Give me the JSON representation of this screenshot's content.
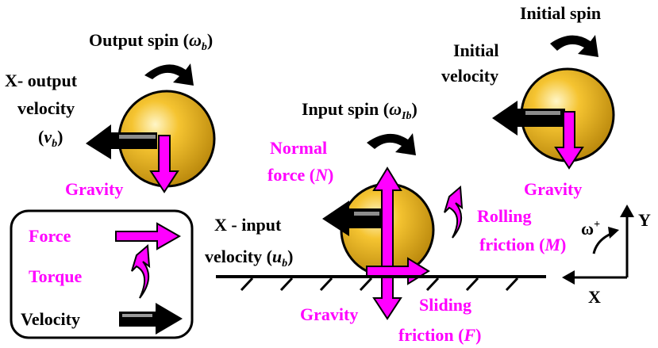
{
  "labels": {
    "initial_spin": "Initial spin",
    "initial_velocity_1": "Initial",
    "initial_velocity_2": "velocity",
    "output_spin": "Output spin (",
    "output_spin_sym": "ω",
    "output_spin_sub": "b",
    "output_spin_close": ")",
    "x_output_1": "X- output",
    "x_output_2": "velocity",
    "x_output_3_open": "(",
    "x_output_3_sym": "v",
    "x_output_3_sub": "b",
    "x_output_3_close": ")",
    "input_spin": "Input spin (",
    "input_spin_sym": "ω",
    "input_spin_sub": "Ib",
    "input_spin_close": ")",
    "normal_1": "Normal",
    "normal_2": "force (",
    "normal_sym": "N",
    "normal_close": ")",
    "rolling_1": "Rolling",
    "rolling_2": "friction (",
    "rolling_sym": "M",
    "rolling_close": ")",
    "x_input_1": "X - input",
    "x_input_2": "velocity (",
    "x_input_sym": "u",
    "x_input_sub": "b",
    "x_input_close": ")",
    "gravity_left": "Gravity",
    "gravity_right": "Gravity",
    "gravity_bottom": "Gravity",
    "sliding_1": "Sliding",
    "sliding_2": "friction (",
    "sliding_sym": "F",
    "sliding_close": ")",
    "axis_y": "Y",
    "axis_x": "X",
    "omega_plus": "ω",
    "omega_plus_sup": "+"
  },
  "legend": {
    "force": "Force",
    "torque": "Torque",
    "velocity": "Velocity"
  },
  "colors": {
    "ball": "#f2b91c",
    "ball_shade": "#b8860b",
    "force": "#ff00ff",
    "velocity": "#000000"
  }
}
